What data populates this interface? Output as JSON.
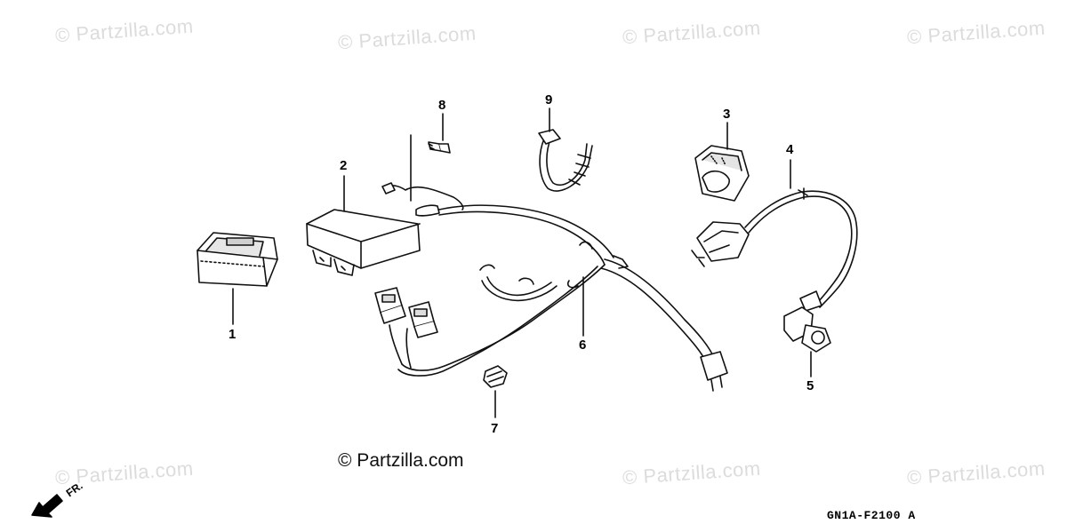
{
  "watermarks": [
    {
      "text": "© Partzilla.com"
    },
    {
      "text": "© Partzilla.com"
    },
    {
      "text": "© Partzilla.com"
    },
    {
      "text": "© Partzilla.com"
    },
    {
      "text": "© Partzilla.com"
    },
    {
      "text": "© Partzilla.com"
    },
    {
      "text": "© Partzilla.com"
    }
  ],
  "credit": "© Partzilla.com",
  "diagram_code": "GN1A-F2100 A",
  "direction_label": "FR.",
  "callouts": [
    "1",
    "2",
    "3",
    "4",
    "5",
    "6",
    "7",
    "8",
    "9"
  ],
  "icons": {
    "direction_arrow": "arrow-down-left-icon"
  }
}
